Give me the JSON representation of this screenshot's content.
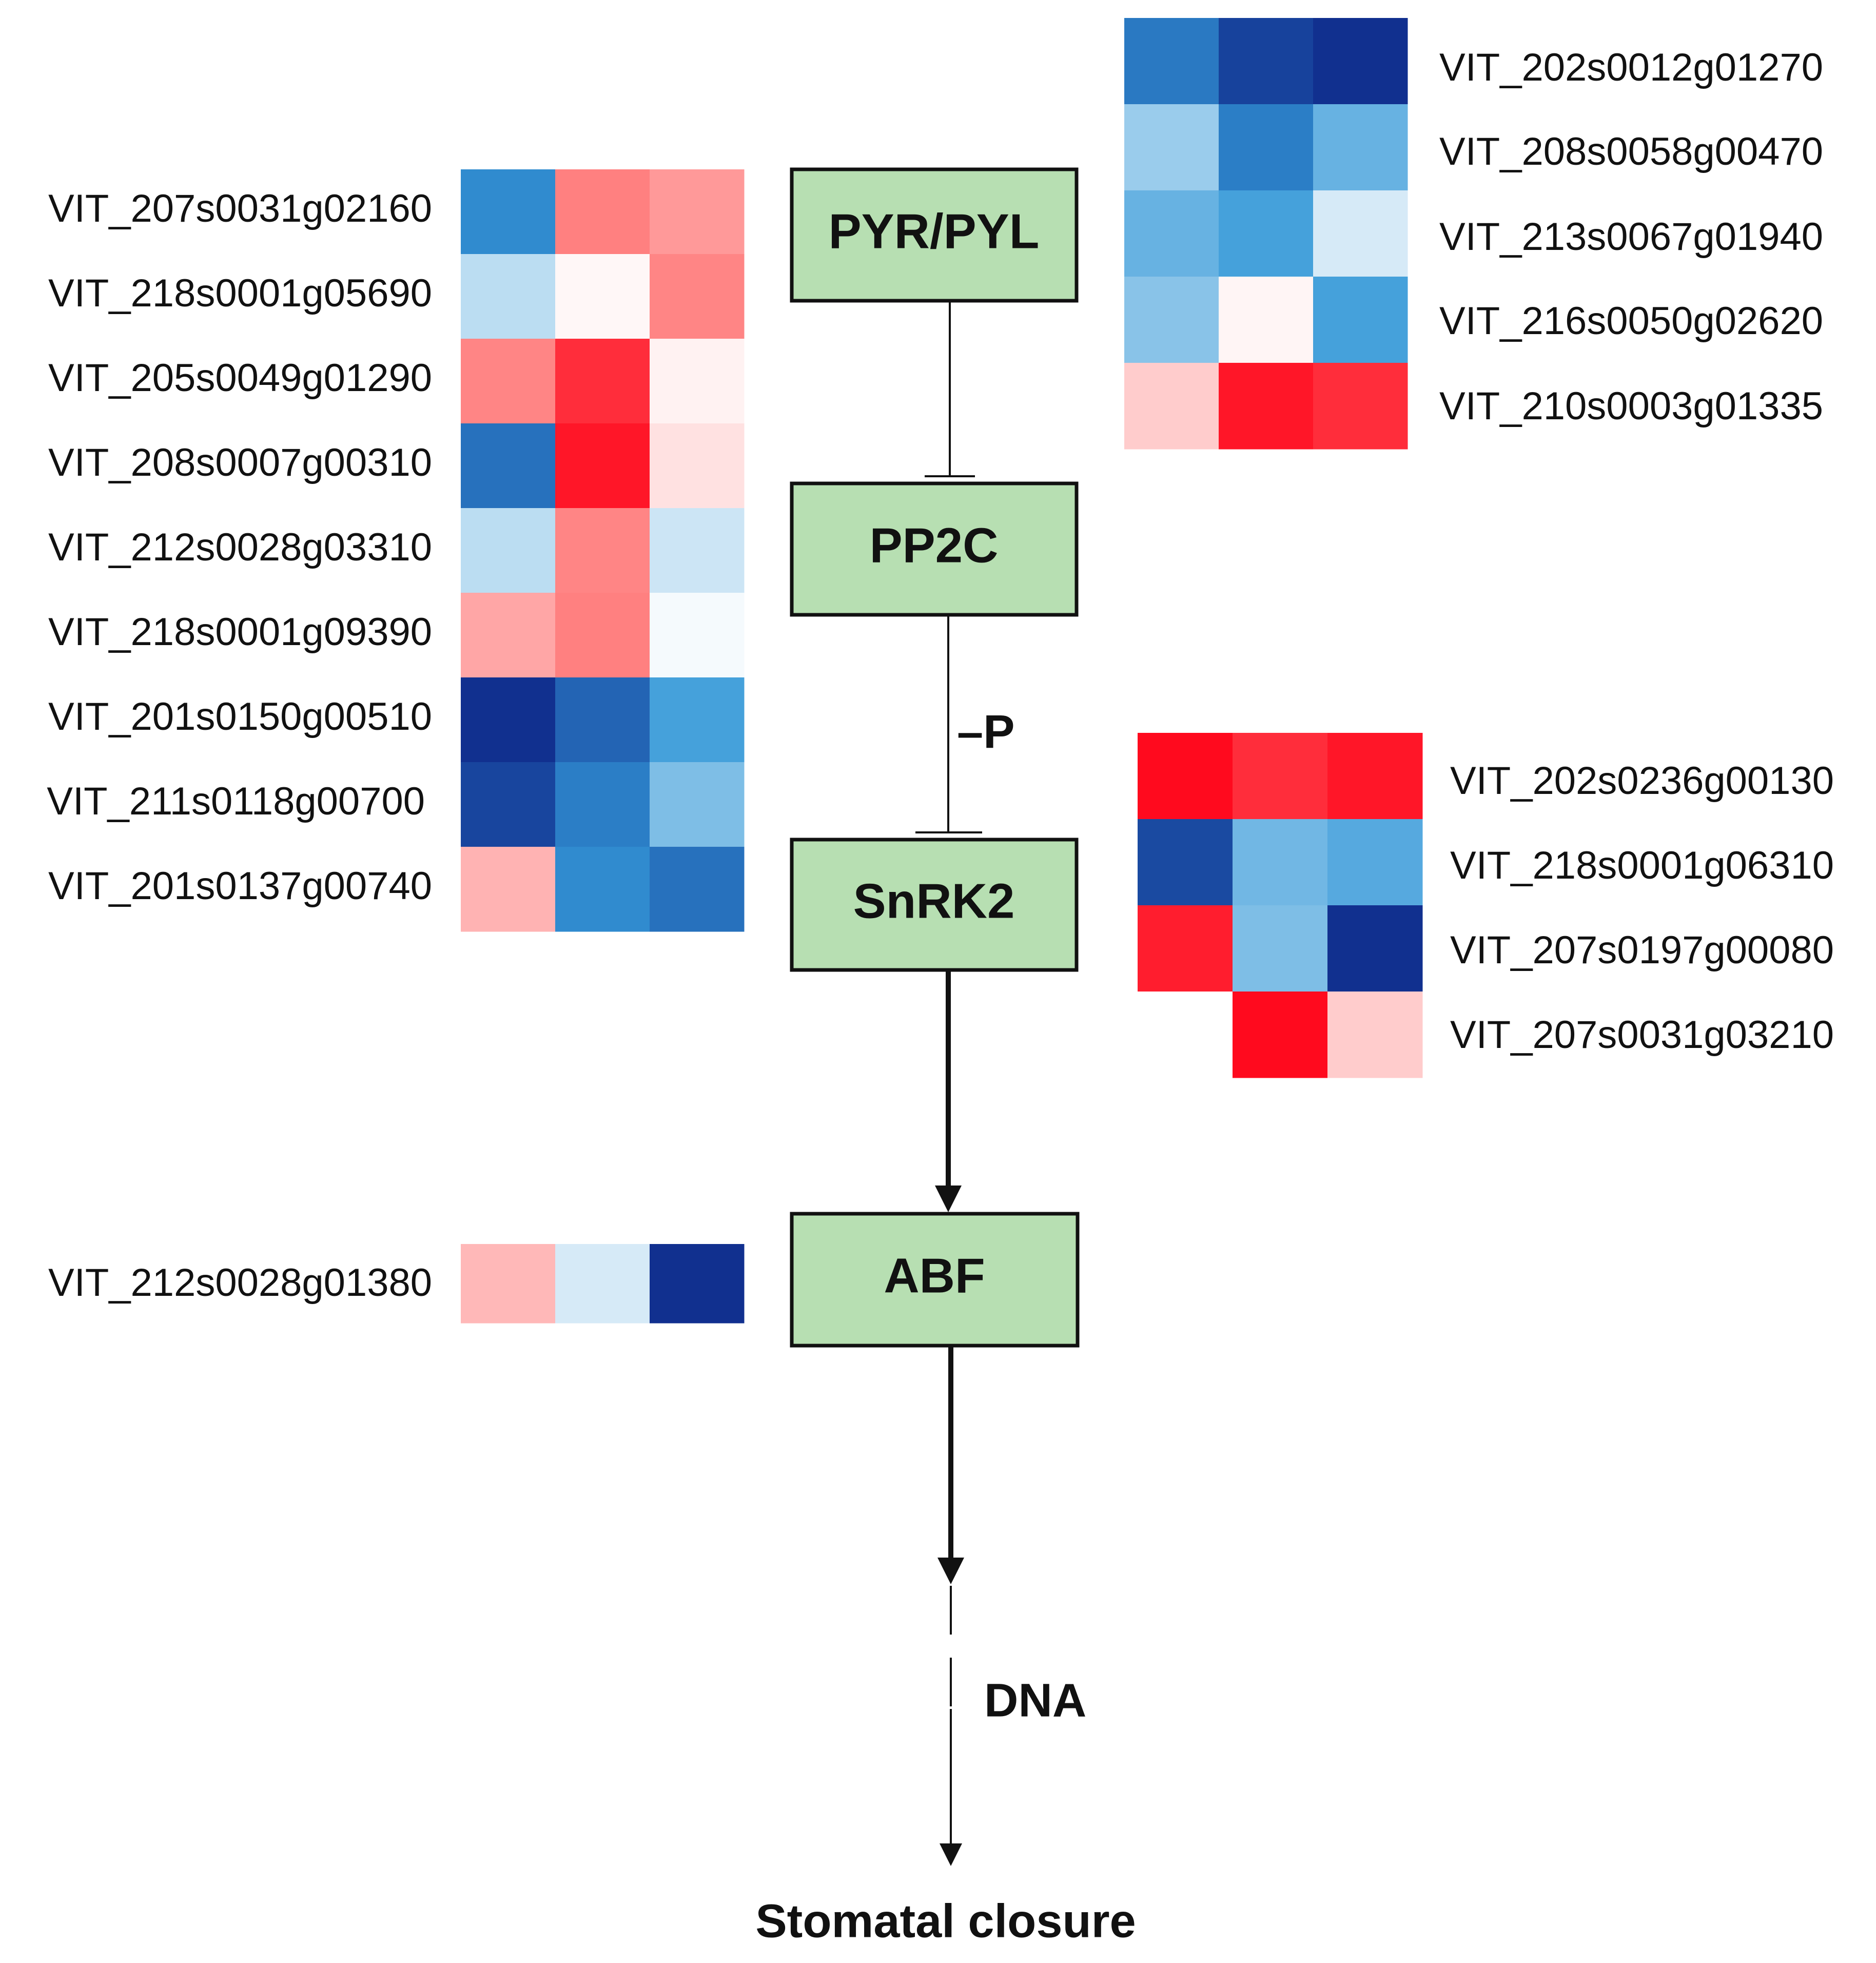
{
  "nodes": {
    "pyr": "PYR/PYL",
    "pp2c": "PP2C",
    "snrk2": "SnRK2",
    "abf": "ABF"
  },
  "annotations": {
    "phosphorylation": "–P",
    "dna": "DNA",
    "outcome": "Stomatal closure"
  },
  "colors": {
    "node_fill": "#b7dfb2",
    "node_stroke": "#111111",
    "low": "#11308f",
    "mid": "#ffffff",
    "high": "#ff0a1e"
  },
  "heatmaps": [
    {
      "id": "pyr",
      "genes": [
        "VIT_207s0031g02160",
        "VIT_218s0001g05690",
        "VIT_205s0049g01290",
        "VIT_208s0007g00310",
        "VIT_212s0028g03310",
        "VIT_218s0001g09390",
        "VIT_201s0150g00510",
        "VIT_211s0118g00700",
        "VIT_201s0137g00740"
      ],
      "values": [
        [
          -0.65,
          0.5,
          0.4
        ],
        [
          -0.2,
          0.03,
          0.48
        ],
        [
          0.48,
          0.85,
          0.05
        ],
        [
          -0.75,
          0.95,
          0.12
        ],
        [
          -0.2,
          0.48,
          -0.15
        ],
        [
          0.35,
          0.5,
          -0.03
        ],
        [
          -1.0,
          -0.8,
          -0.55
        ],
        [
          -0.92,
          -0.7,
          -0.38
        ],
        [
          0.3,
          -0.65,
          -0.75
        ]
      ]
    },
    {
      "id": "pp2c",
      "genes": [
        "VIT_202s0012g01270",
        "VIT_208s0058g00470",
        "VIT_213s0067g01940",
        "VIT_216s0050g02620",
        "VIT_210s0003g01335"
      ],
      "values": [
        [
          -0.72,
          -0.93,
          -1.0
        ],
        [
          -0.3,
          -0.7,
          -0.45
        ],
        [
          -0.45,
          -0.55,
          -0.12
        ],
        [
          -0.35,
          0.04,
          -0.55
        ],
        [
          0.2,
          0.95,
          0.85
        ]
      ]
    },
    {
      "id": "snrk2",
      "genes": [
        "VIT_202s0236g00130",
        "VIT_218s0001g06310",
        "VIT_207s0197g00080",
        "VIT_207s0031g03210"
      ],
      "values": [
        [
          1.0,
          0.85,
          0.95
        ],
        [
          -0.9,
          -0.42,
          -0.5
        ],
        [
          0.92,
          -0.38,
          -1.0
        ],
        [
          0.0,
          1.0,
          0.2
        ]
      ]
    },
    {
      "id": "abf",
      "genes": [
        "VIT_212s0028g01380"
      ],
      "values": [
        [
          0.28,
          -0.12,
          -1.0
        ]
      ]
    }
  ]
}
